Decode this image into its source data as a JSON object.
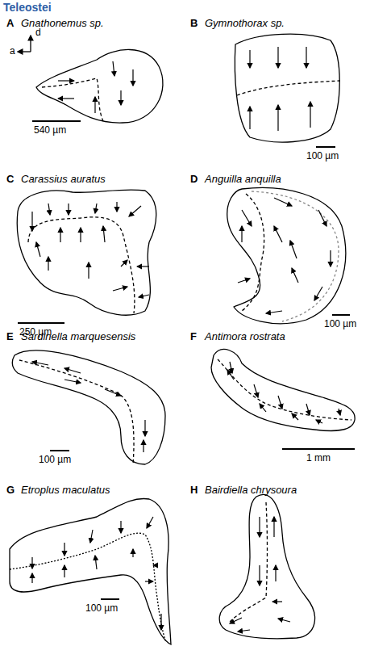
{
  "diagram": {
    "title": "Teleostei",
    "labels": [
      "A",
      "Gnathonemus sp.",
      "d",
      "a",
      "540 µm",
      "B",
      "Gymnothorax sp.",
      "100 µm",
      "C",
      "Carassius auratus",
      "250 µm",
      "D",
      "Anguilla anquilla",
      "100 µm",
      "E",
      "Sardinella marquesensis",
      "100 µm",
      "F",
      "Antimora rostrata",
      "1 mm",
      "G",
      "Etroplus maculatus",
      "100 µm",
      "H",
      "Bairdiella chrysoura"
    ]
  }
}
